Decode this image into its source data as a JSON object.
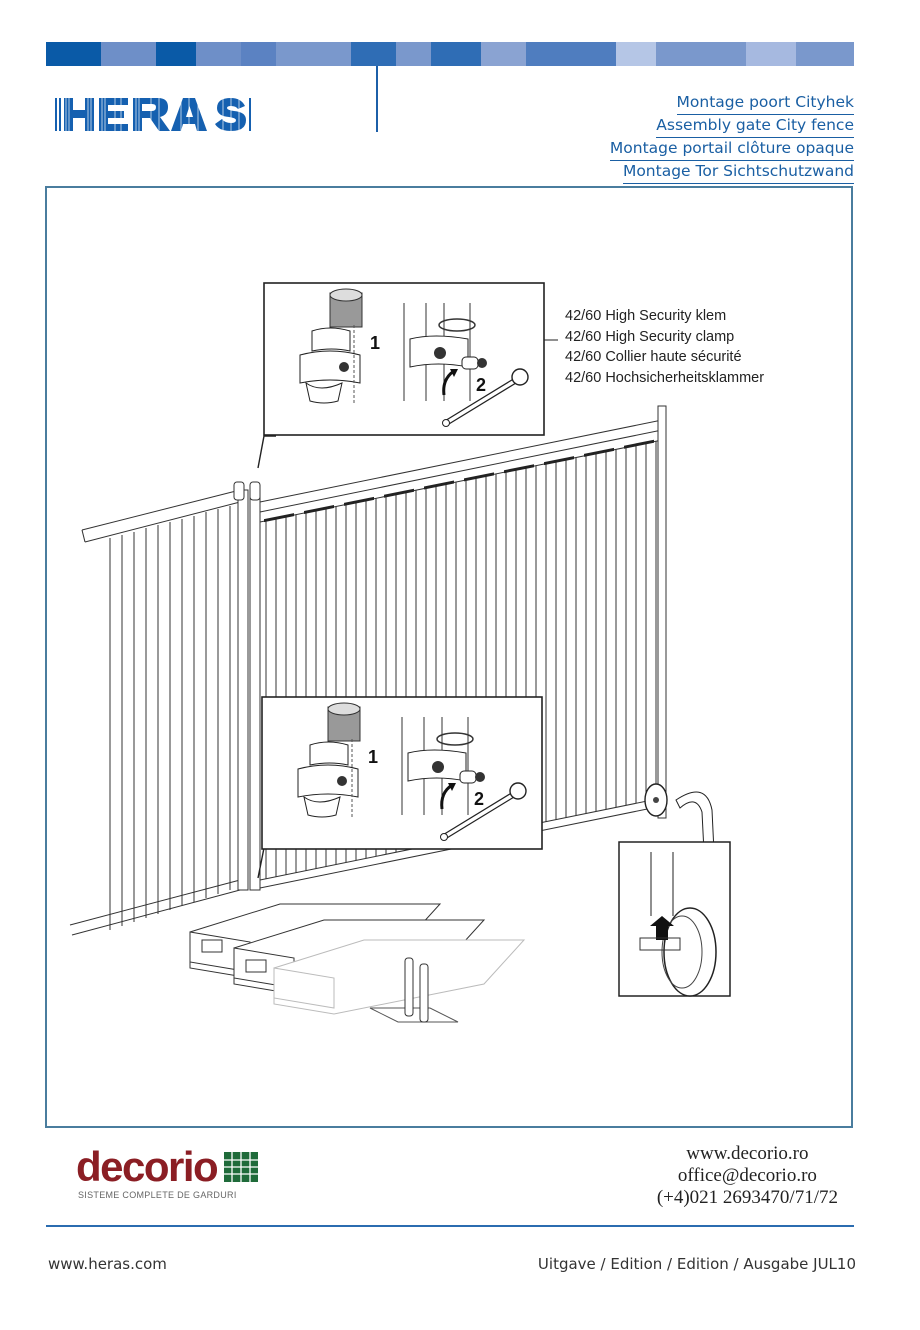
{
  "header": {
    "brand": "HERAS",
    "band_colors": [
      "#0a5aa7",
      "#6e8fc8",
      "#0a5aa7",
      "#6e8fc8",
      "#5b82c2",
      "#7a98cc",
      "#2f6db5",
      "#7a98cc",
      "#2f6db5",
      "#8aa3d2",
      "#4f7dbf",
      "#b5c6e6",
      "#7a98cc",
      "#a6b9e0",
      "#7a98cc"
    ],
    "titles": [
      "Montage poort Cityhek",
      "Assembly gate City fence",
      "Montage portail clôture opaque",
      "Montage Tor Sichtschutzwand"
    ]
  },
  "illustration": {
    "labels": [
      "42/60 High Security klem",
      "42/60 High Security clamp",
      "42/60 Collier haute sécurité",
      "42/60 Hochsicherheitsklammer"
    ],
    "steps": [
      "1",
      "2"
    ]
  },
  "footer": {
    "dealer": {
      "name": "decorio",
      "tagline": "SISTEME COMPLETE DE GARDURI",
      "website": "www.decorio.ro",
      "email": "office@decorio.ro",
      "phone": "(+4)021 2693470/71/72"
    },
    "website": "www.heras.com",
    "edition": "Uitgave / Edition / Edition / Ausgabe JUL10"
  },
  "colors": {
    "brand_blue": "#1a5fa3",
    "frame": "#4a7d9e",
    "decorio_red": "#8b1e24",
    "decorio_green": "#1f6b3a"
  }
}
